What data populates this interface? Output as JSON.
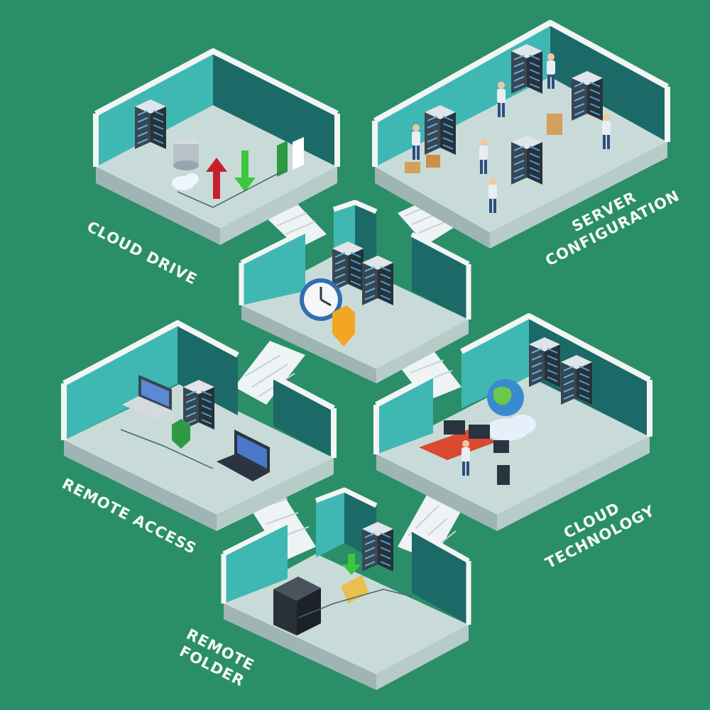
{
  "rooms": {
    "cloud_drive": {
      "label": "CLOUD DRIVE"
    },
    "server_configuration": {
      "line1": "SERVER",
      "line2": "CONFIGURATION"
    },
    "remote_access": {
      "label": "REMOTE ACCESS"
    },
    "cloud_technology": {
      "line1": "CLOUD",
      "line2": "TECHNOLOGY"
    },
    "remote_folder": {
      "line1": "REMOTE",
      "line2": "FOLDER"
    }
  },
  "colors": {
    "background": "#2a8e68",
    "floor": "#c9dbd9",
    "wall_light": "#3fb8b4",
    "wall_dark": "#1c6a67",
    "wall_cap": "#f2f5f4",
    "server_rack": "#2f3a44",
    "label_text": "#f4f8f6"
  }
}
